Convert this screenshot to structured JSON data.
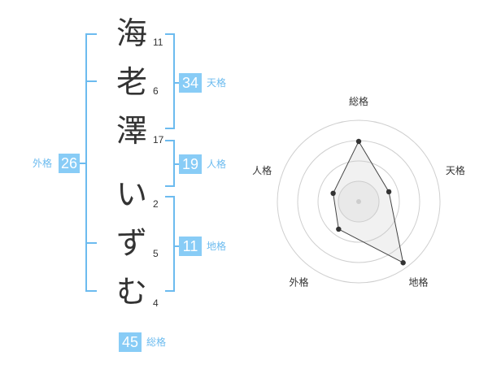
{
  "characters": [
    {
      "glyph": "海",
      "strokes": "11"
    },
    {
      "glyph": "老",
      "strokes": "6"
    },
    {
      "glyph": "澤",
      "strokes": "17"
    },
    {
      "glyph": "い",
      "strokes": "2"
    },
    {
      "glyph": "ず",
      "strokes": "5"
    },
    {
      "glyph": "む",
      "strokes": "4"
    }
  ],
  "kakusu": {
    "tenkaku": {
      "value": "34",
      "label": "天格"
    },
    "jinkaku": {
      "value": "19",
      "label": "人格"
    },
    "chikaku": {
      "value": "11",
      "label": "地格"
    },
    "gaikaku": {
      "value": "26",
      "label": "外格"
    },
    "soukaku": {
      "value": "45",
      "label": "総格"
    }
  },
  "chart_data": {
    "type": "radar",
    "axes": [
      "総格",
      "天格",
      "地格",
      "外格",
      "人格"
    ],
    "values": [
      0.74,
      0.39,
      0.93,
      0.42,
      0.33
    ],
    "rings": 4
  },
  "colors": {
    "accent": "#6cbbef",
    "box": "#88ccf6"
  }
}
